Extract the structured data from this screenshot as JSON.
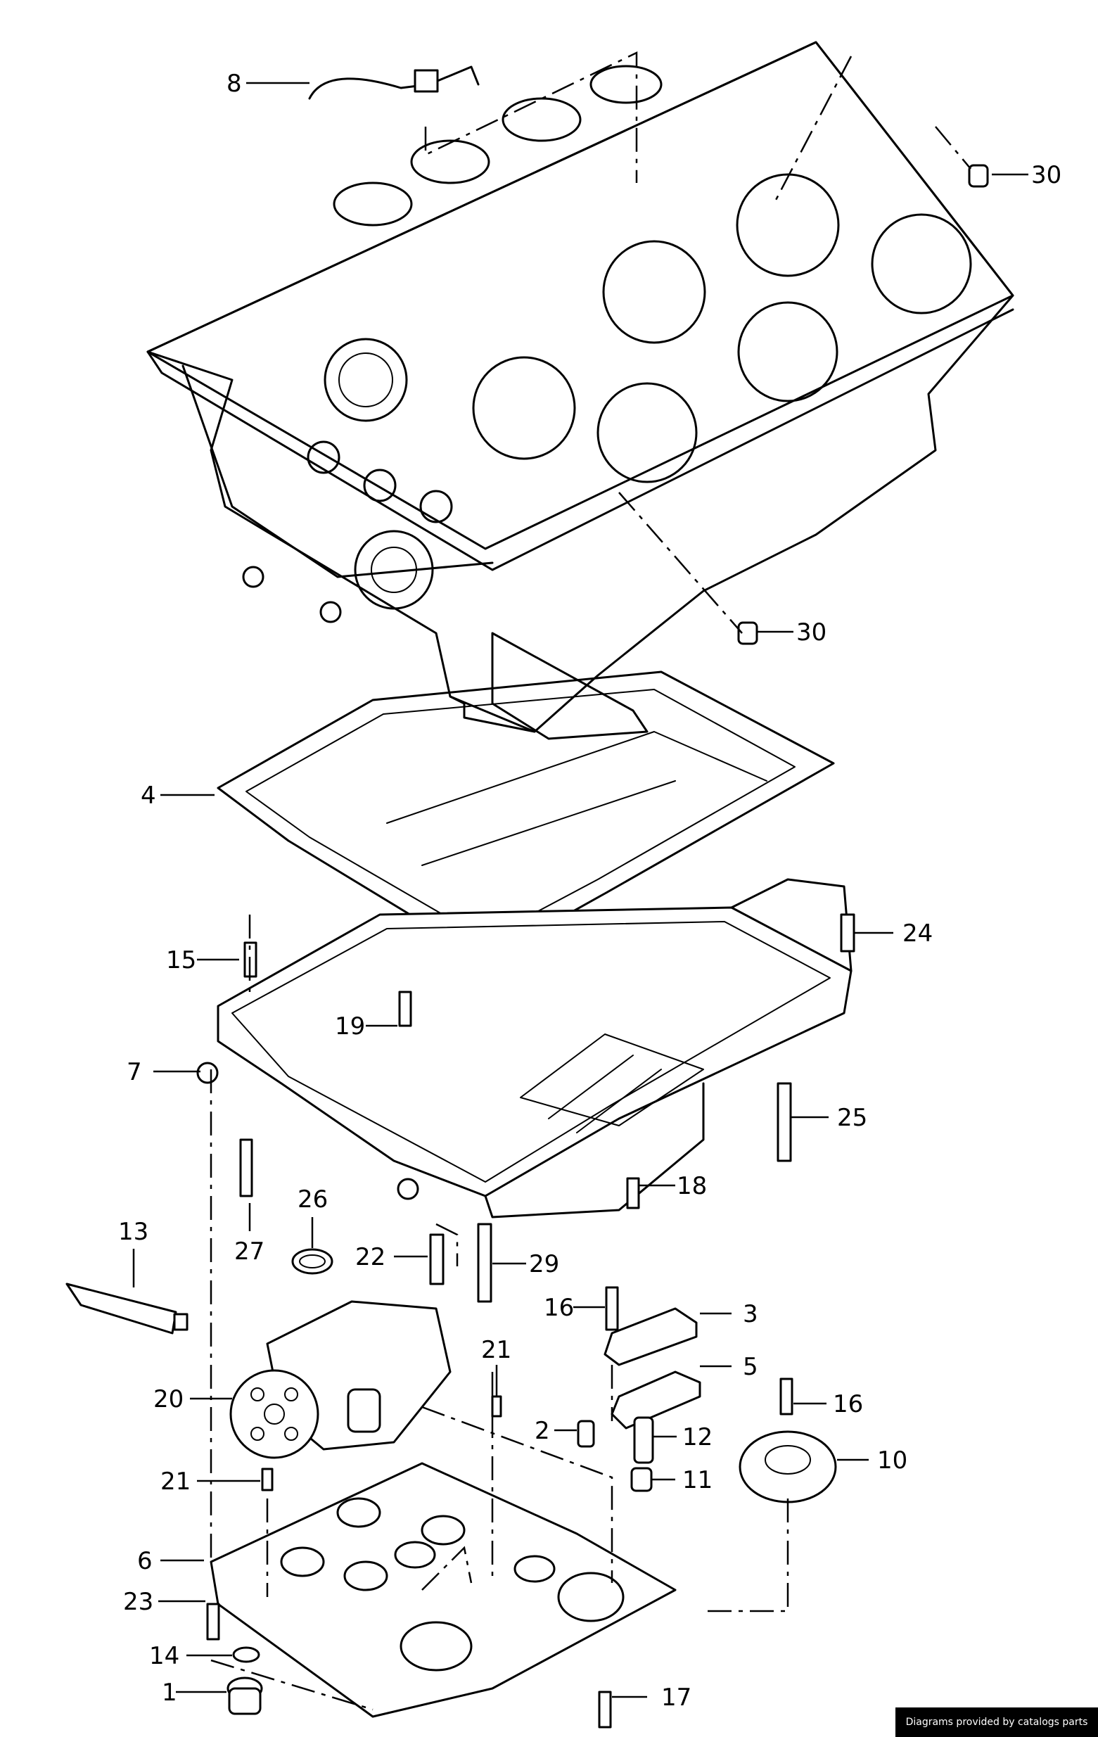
{
  "callouts": [
    {
      "id": "c8",
      "label": "8"
    },
    {
      "id": "c30a",
      "label": "30"
    },
    {
      "id": "c30b",
      "label": "30"
    },
    {
      "id": "c4",
      "label": "4"
    },
    {
      "id": "c15",
      "label": "15"
    },
    {
      "id": "c24",
      "label": "24"
    },
    {
      "id": "c19",
      "label": "19"
    },
    {
      "id": "c7",
      "label": "7"
    },
    {
      "id": "c25",
      "label": "25"
    },
    {
      "id": "c18",
      "label": "18"
    },
    {
      "id": "c26",
      "label": "26"
    },
    {
      "id": "c27",
      "label": "27"
    },
    {
      "id": "c13",
      "label": "13"
    },
    {
      "id": "c22",
      "label": "22"
    },
    {
      "id": "c29",
      "label": "29"
    },
    {
      "id": "c16a",
      "label": "16"
    },
    {
      "id": "c3",
      "label": "3"
    },
    {
      "id": "c5",
      "label": "5"
    },
    {
      "id": "c21a",
      "label": "21"
    },
    {
      "id": "c20",
      "label": "20"
    },
    {
      "id": "c2",
      "label": "2"
    },
    {
      "id": "c12",
      "label": "12"
    },
    {
      "id": "c16b",
      "label": "16"
    },
    {
      "id": "c10",
      "label": "10"
    },
    {
      "id": "c11",
      "label": "11"
    },
    {
      "id": "c21b",
      "label": "21"
    },
    {
      "id": "c6",
      "label": "6"
    },
    {
      "id": "c23",
      "label": "23"
    },
    {
      "id": "c14",
      "label": "14"
    },
    {
      "id": "c1",
      "label": "1"
    },
    {
      "id": "c17",
      "label": "17"
    }
  ],
  "footer": {
    "text": "Diagrams provided by catalogs parts"
  }
}
